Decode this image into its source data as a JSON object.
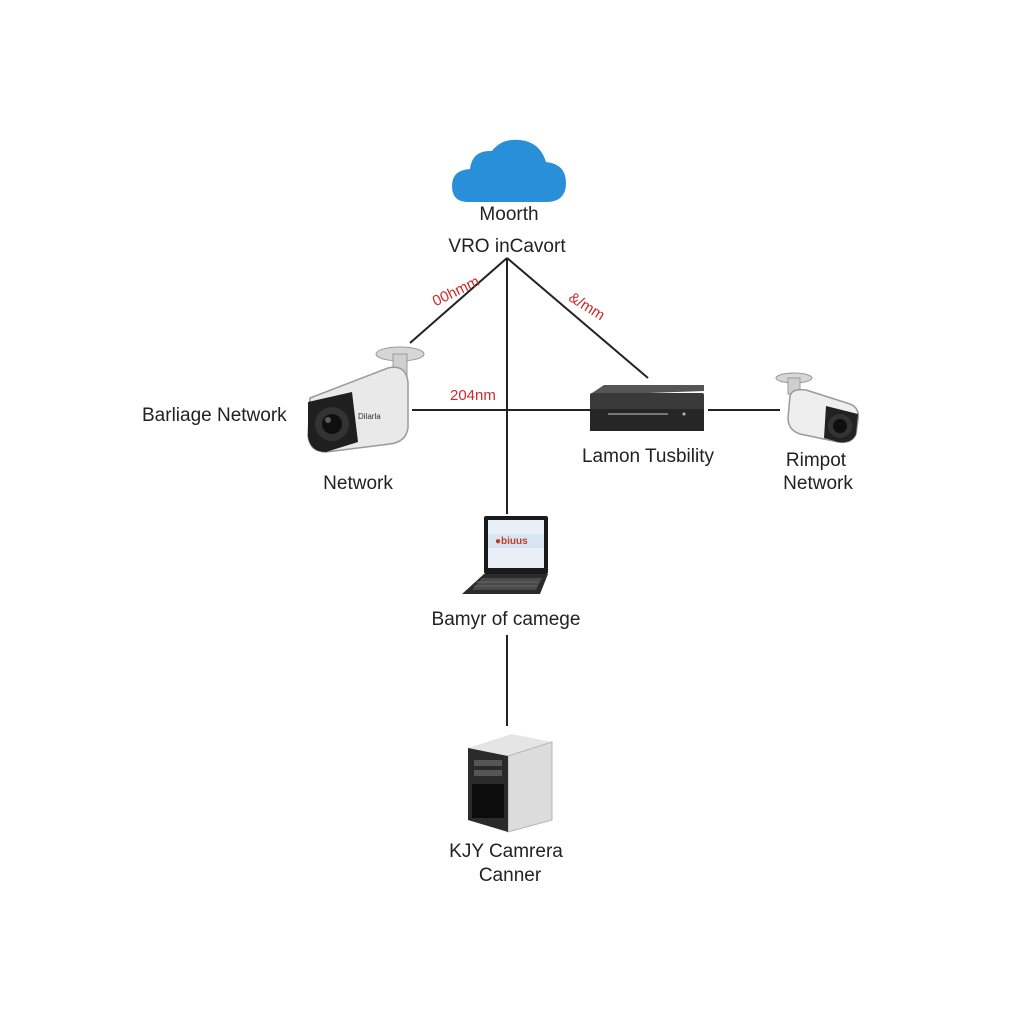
{
  "nodes": {
    "cloud": {
      "line1": "Moorth",
      "line2": "VRO inCavort"
    },
    "camera_left": {
      "side_label": "Barliage Network",
      "caption": "Network",
      "badge": "Dilarla"
    },
    "recorder": {
      "caption": "Lamon Tusbility"
    },
    "camera_right": {
      "line1": "Rimpot",
      "line2": "Network"
    },
    "laptop": {
      "caption": "Bamyr of camege",
      "screen_text": "●biuus"
    },
    "server": {
      "line1": "KJY Camrera",
      "line2": "Canner"
    }
  },
  "edges": {
    "cloud_to_camera": "00hmm",
    "cloud_to_recorder": "&/mm",
    "camera_to_recorder": "204nm"
  },
  "colors": {
    "cloud": "#2a8fd9",
    "edge_label": "#cc2a2a",
    "line": "#222222"
  }
}
